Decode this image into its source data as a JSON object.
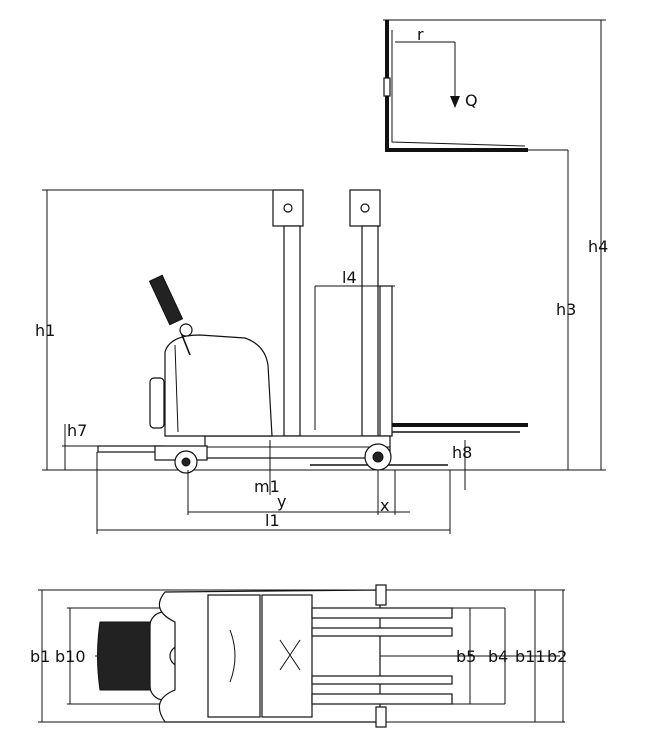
{
  "side_view": {
    "labels": {
      "r": "r",
      "Q": "Q",
      "h4": "h4",
      "h3": "h3",
      "h1": "h1",
      "l4": "l4",
      "h7": "h7",
      "h8": "h8",
      "m1": "m1",
      "y": "y",
      "x": "x",
      "l1": "l1"
    }
  },
  "top_view": {
    "labels": {
      "b1": "b1",
      "b10": "b10",
      "b5": "b5",
      "b4": "b4",
      "b11": "b11",
      "b2": "b2"
    }
  }
}
